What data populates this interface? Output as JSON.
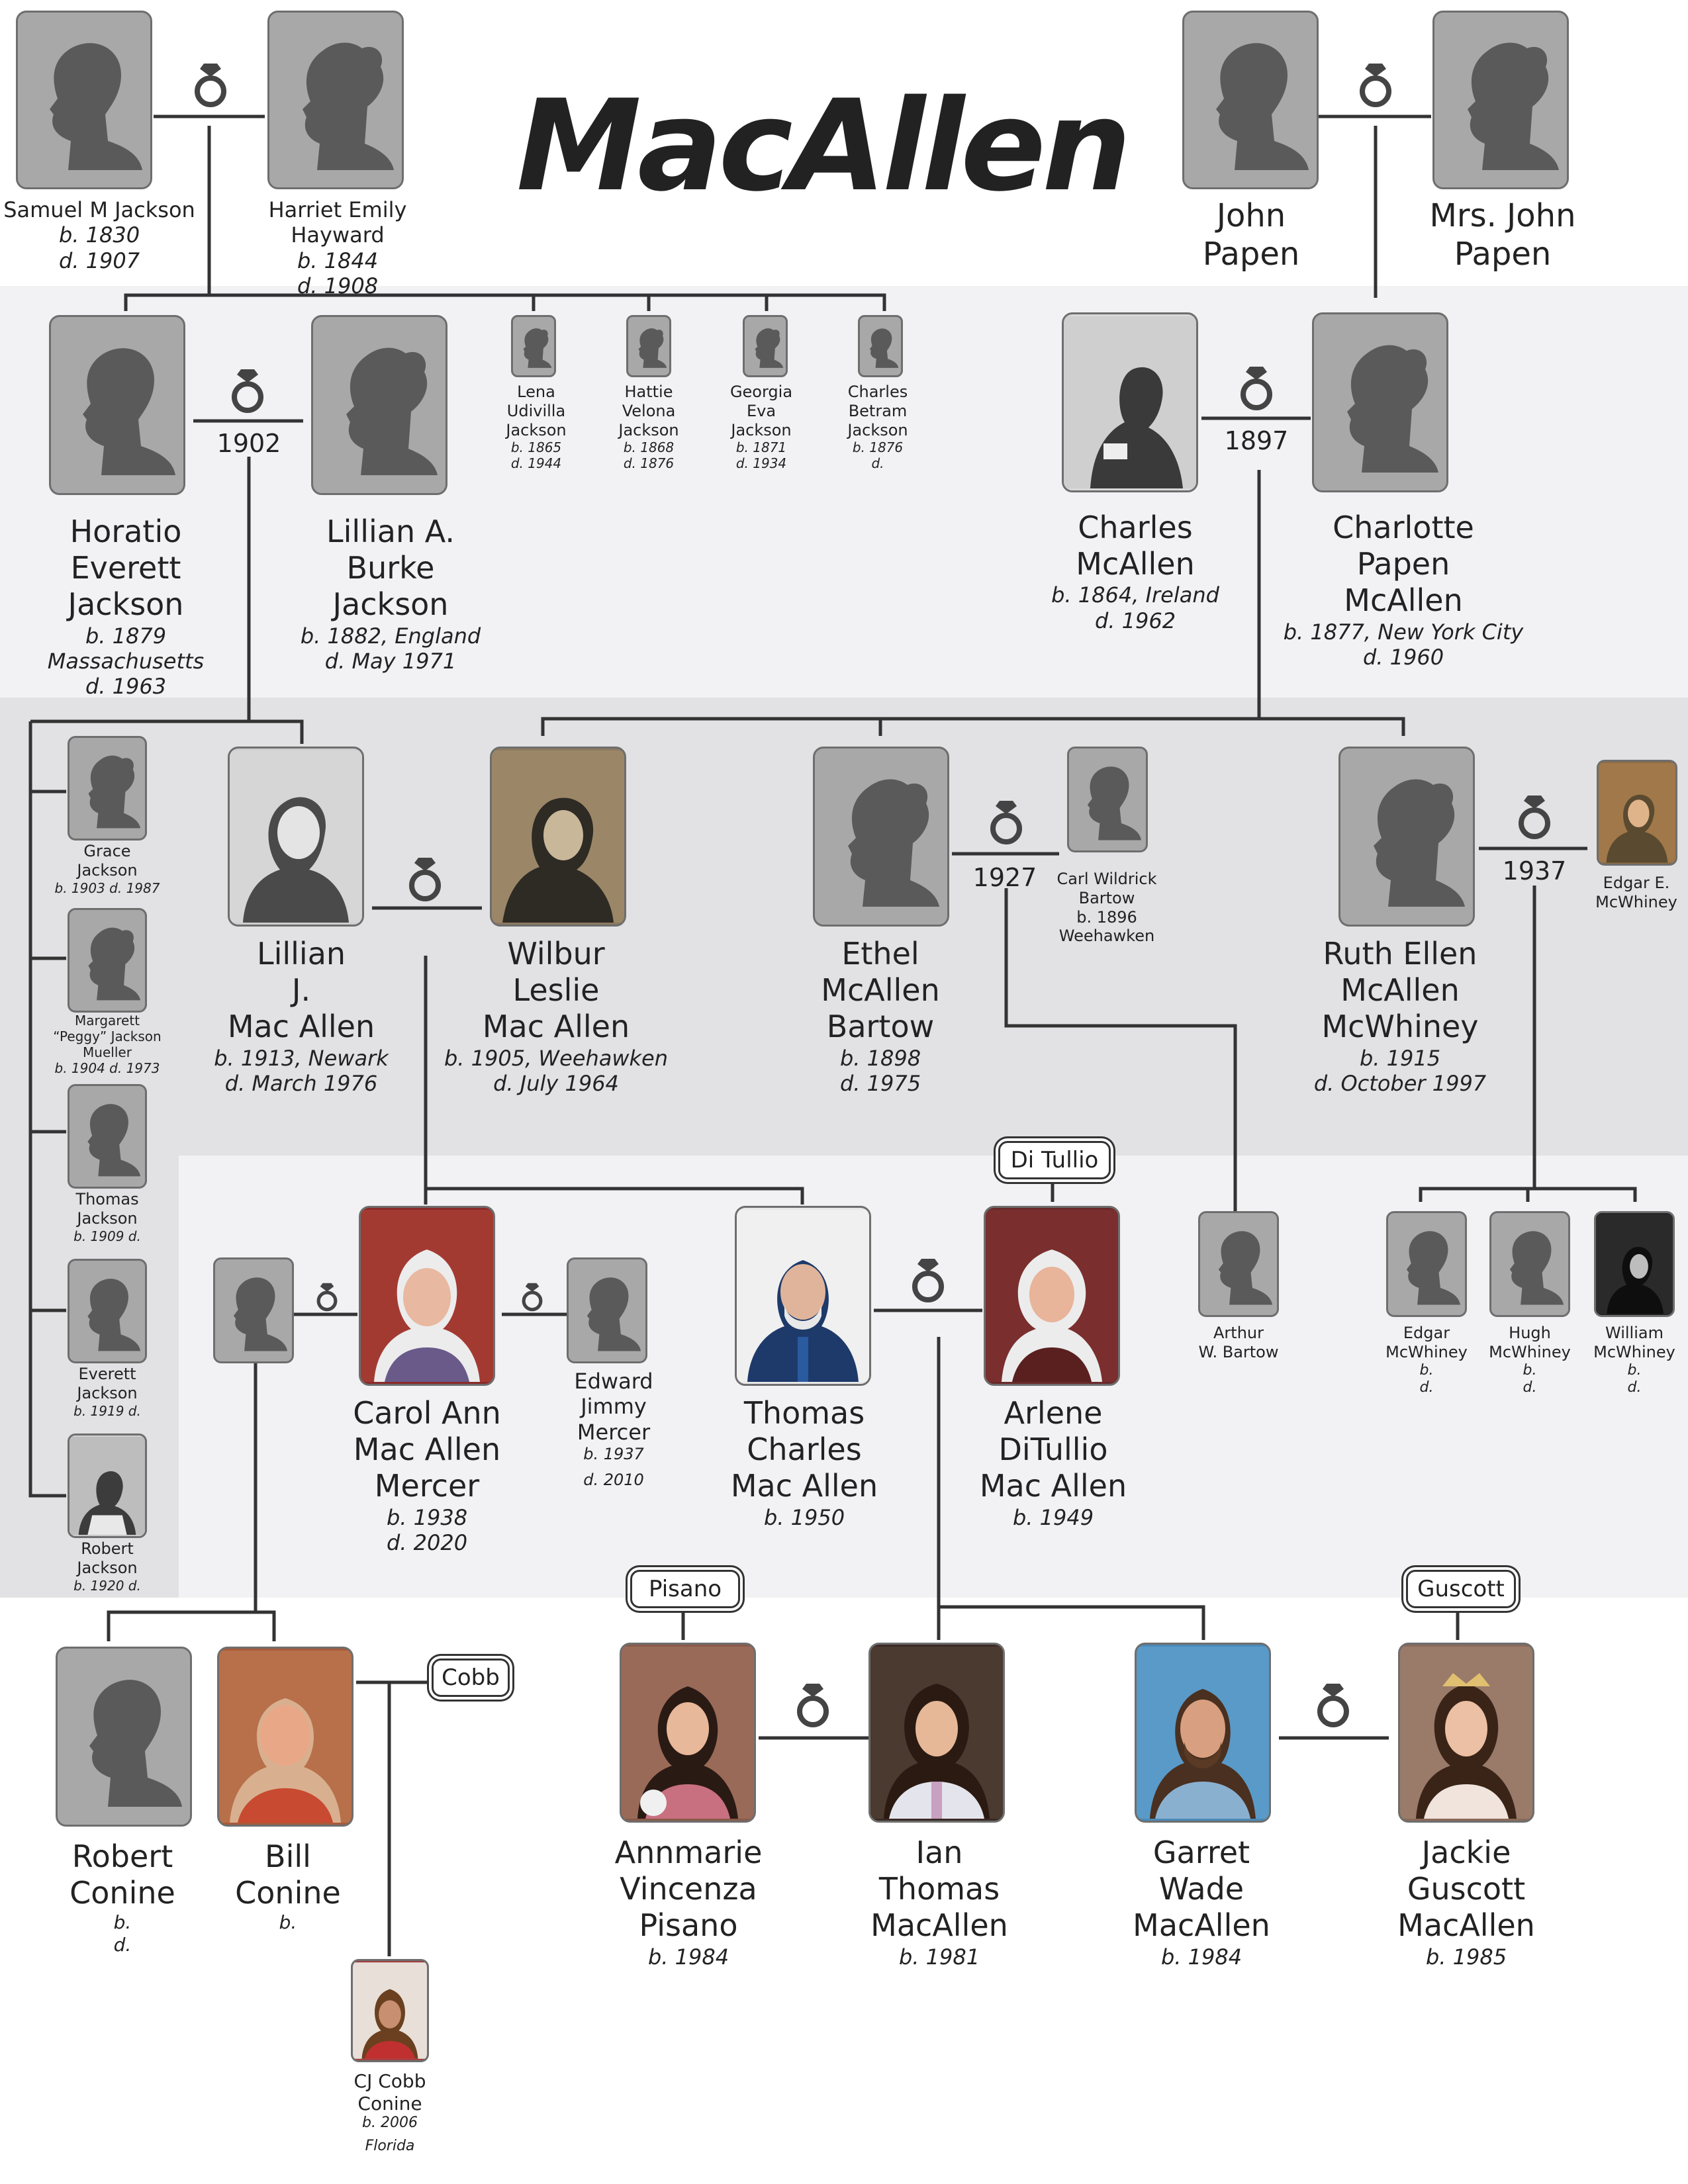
{
  "title": "MacAllen",
  "colors": {
    "band1": "#f2f2f4",
    "band2": "#e1e1e3",
    "band3": "#f2f2f4",
    "silhouette_bg": "#a8a8a8",
    "silhouette": "#5a5a5a",
    "line": "#333333"
  },
  "people": {
    "samuel": {
      "name": "Samuel M Jackson",
      "b": "b. 1830",
      "d": "d. 1907"
    },
    "harriet": {
      "name": "Harriet Emily Hayward",
      "b": "b. 1844",
      "d": "d. 1908"
    },
    "john_papen": {
      "name1": "John",
      "name2": "Papen"
    },
    "mrs_john_papen": {
      "name1": "Mrs. John",
      "name2": "Papen"
    },
    "horatio": {
      "l1": "Horatio",
      "l2": "Everett",
      "l3": "Jackson",
      "b": "b. 1879 Massachusetts",
      "d": "d. 1963"
    },
    "lillian_burke": {
      "l1": "Lillian A.",
      "l2": "Burke",
      "l3": "Jackson",
      "b": "b. 1882, England",
      "d": "d. May 1971"
    },
    "lena": {
      "l1": "Lena",
      "l2": "Udivilla",
      "l3": "Jackson",
      "b": "b. 1865",
      "d": "d. 1944"
    },
    "hattie": {
      "l1": "Hattie",
      "l2": "Velona",
      "l3": "Jackson",
      "b": "b. 1868",
      "d": "d. 1876"
    },
    "georgia": {
      "l1": "Georgia",
      "l2": "Eva",
      "l3": "Jackson",
      "b": "b. 1871",
      "d": "d. 1934"
    },
    "charles_betram": {
      "l1": "Charles",
      "l2": "Betram",
      "l3": "Jackson",
      "b": "b. 1876",
      "d": "d."
    },
    "charles_mcallen": {
      "l1": "Charles",
      "l2": "McAllen",
      "b": "b. 1864, Ireland",
      "d": "d. 1962"
    },
    "charlotte": {
      "l1": "Charlotte",
      "l2": "Papen",
      "l3": "McAllen",
      "b": "b. 1877, New York City",
      "d": "d. 1960"
    },
    "grace": {
      "l1": "Grace",
      "l2": "Jackson",
      "b": "b. 1903 d. 1987"
    },
    "margarett": {
      "l1": "Margarett",
      "l2": "“Peggy” Jackson",
      "l3": "Mueller",
      "b": "b. 1904 d. 1973"
    },
    "thomas_j": {
      "l1": "Thomas",
      "l2": "Jackson",
      "b": "b. 1909 d."
    },
    "everett": {
      "l1": "Everett",
      "l2": "Jackson",
      "b": "b. 1919 d."
    },
    "robert_j": {
      "l1": "Robert",
      "l2": "Jackson",
      "b": "b. 1920 d."
    },
    "lillian_j": {
      "l1": "Lillian",
      "l2": "J.",
      "l3": "Mac Allen",
      "b": "b. 1913, Newark",
      "d": "d. March 1976"
    },
    "wilbur": {
      "l1": "Wilbur",
      "l2": "Leslie",
      "l3": "Mac Allen",
      "b": "b. 1905, Weehawken",
      "d": "d. July 1964"
    },
    "ethel": {
      "l1": "Ethel",
      "l2": "McAllen",
      "l3": "Bartow",
      "b": "b. 1898",
      "d": "d. 1975"
    },
    "carl": {
      "l1": "Carl Wildrick",
      "l2": "Bartow",
      "b": "b. 1896",
      "d": "Weehawken"
    },
    "ruth": {
      "l1": "Ruth Ellen",
      "l2": "McAllen",
      "l3": "McWhiney",
      "b": "b. 1915",
      "d": "d. October 1997"
    },
    "edgar_e": {
      "l1": "Edgar E.",
      "l2": "McWhiney"
    },
    "arthur": {
      "l1": "Arthur",
      "l2": "W. Bartow"
    },
    "edgar_m": {
      "l1": "Edgar",
      "l2": "McWhiney",
      "b": "b.",
      "d": "d."
    },
    "hugh": {
      "l1": "Hugh",
      "l2": "McWhiney",
      "b": "b.",
      "d": "d."
    },
    "william": {
      "l1": "William",
      "l2": "McWhiney",
      "b": "b.",
      "d": "d."
    },
    "carol": {
      "l1": "Carol Ann",
      "l2": "Mac Allen",
      "l3": "Mercer",
      "b": "b. 1938",
      "d": "d. 2020"
    },
    "edward": {
      "l1": "Edward",
      "l2": "Jimmy",
      "l3": "Mercer",
      "b": "b. 1937",
      "d": "d. 2010"
    },
    "thomas_c": {
      "l1": "Thomas",
      "l2": "Charles",
      "l3": "Mac Allen",
      "b": "b. 1950"
    },
    "arlene": {
      "l1": "Arlene",
      "l2": "DiTullio",
      "l3": "Mac Allen",
      "b": "b. 1949"
    },
    "robert_c": {
      "l1": "Robert",
      "l2": "Conine",
      "b": "b.",
      "d": "d."
    },
    "bill": {
      "l1": "Bill",
      "l2": "Conine",
      "b": "b."
    },
    "cj": {
      "l1": "CJ Cobb",
      "l2": "Conine",
      "b": "b. 2006",
      "d": "Florida"
    },
    "annmarie": {
      "l1": "Annmarie",
      "l2": "Vincenza",
      "l3": "Pisano",
      "b": "b. 1984"
    },
    "ian": {
      "l1": "Ian",
      "l2": "Thomas",
      "l3": "MacAllen",
      "b": "b. 1981"
    },
    "garret": {
      "l1": "Garret",
      "l2": "Wade",
      "l3": "MacAllen",
      "b": "b. 1984"
    },
    "jackie": {
      "l1": "Jackie",
      "l2": "Guscott",
      "l3": "MacAllen",
      "b": "b. 1985"
    }
  },
  "marriage_years": {
    "horatio_lillian": "1902",
    "charles_charlotte": "1897",
    "ethel_carl": "1927",
    "ruth_edgar": "1937"
  },
  "tags": {
    "ditullio": "Di Tullio",
    "pisano": "Pisano",
    "guscott": "Guscott",
    "cobb": "Cobb"
  },
  "icons": {
    "marriage": "wedding-ring-icon",
    "silhouette_male": "male-silhouette-icon",
    "silhouette_female": "female-silhouette-icon"
  }
}
